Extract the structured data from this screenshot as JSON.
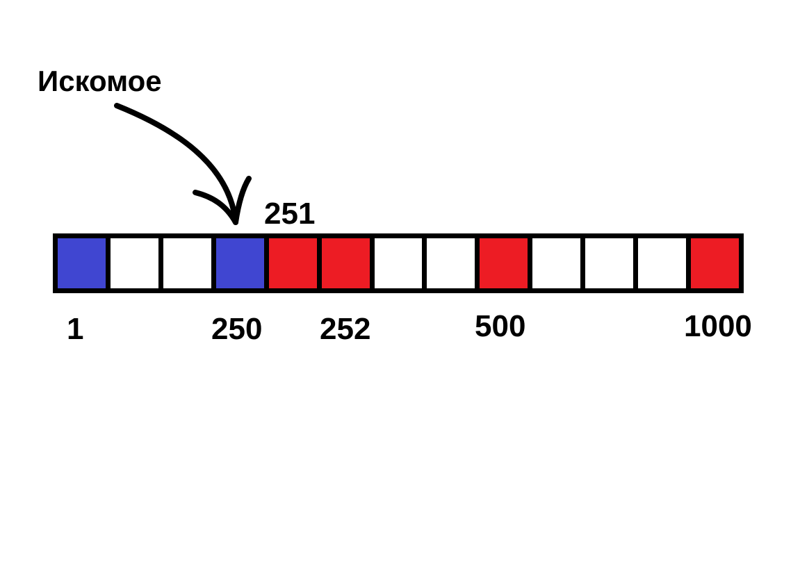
{
  "annotation": {
    "text": "Искомое",
    "target_cell_index": 3
  },
  "cells": {
    "count": 13,
    "colors": {
      "blue": "#4046d1",
      "red": "#ed1c24",
      "white": "#ffffff",
      "border": "#000000"
    },
    "states": [
      "blue",
      "white",
      "white",
      "blue",
      "red",
      "red",
      "white",
      "white",
      "red",
      "white",
      "white",
      "white",
      "red"
    ]
  },
  "labels": {
    "above": {
      "l251": "251"
    },
    "below": {
      "l1": "1",
      "l250": "250",
      "l252": "252",
      "l500": "500",
      "l1000": "1000"
    }
  }
}
